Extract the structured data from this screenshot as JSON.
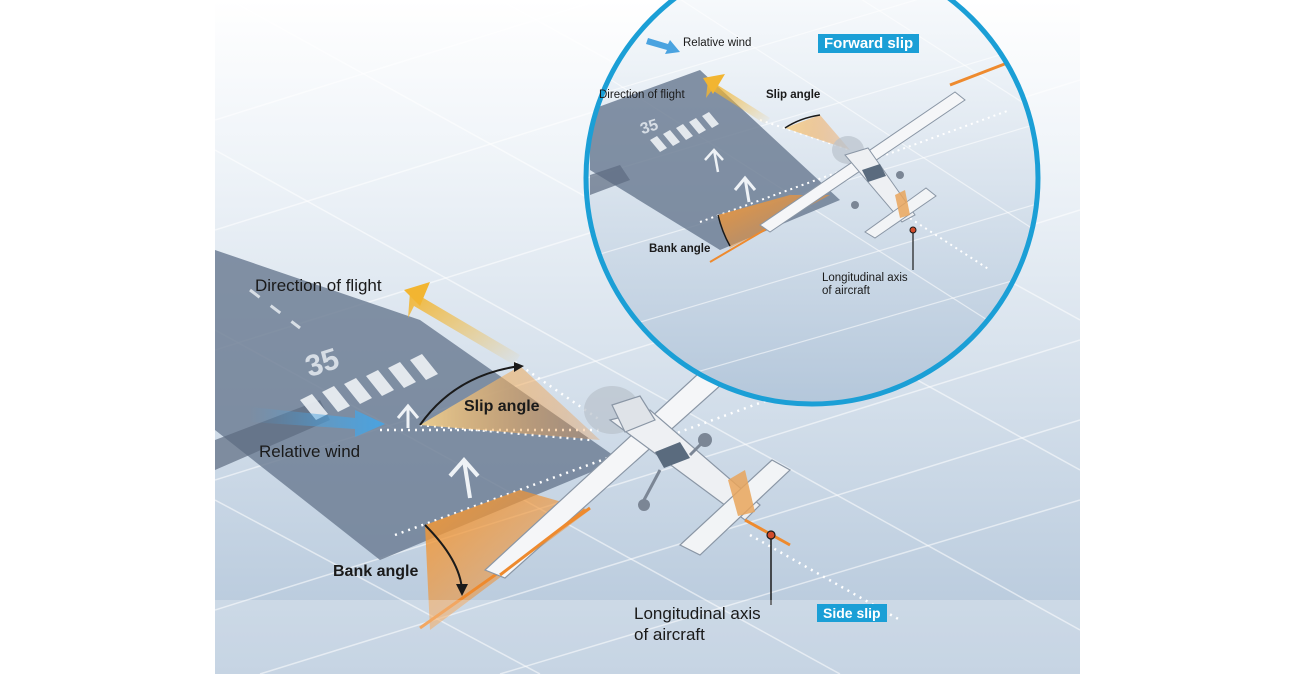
{
  "main": {
    "direction_of_flight": "Direction of flight",
    "relative_wind": "Relative wind",
    "slip_angle": "Slip angle",
    "bank_angle": "Bank angle",
    "longitudinal_axis_line1": "Longitudinal axis",
    "longitudinal_axis_line2": "of aircraft",
    "runway_number": "35",
    "tag": "Side slip"
  },
  "inset": {
    "relative_wind": "Relative wind",
    "direction_of_flight": "Direction of flight",
    "slip_angle": "Slip angle",
    "bank_angle": "Bank angle",
    "longitudinal_axis_line1": "Longitudinal axis",
    "longitudinal_axis_line2": "of aircraft",
    "runway_number": "35",
    "tag": "Forward slip"
  },
  "colors": {
    "sky_top": "#ffffff",
    "sky_bottom": "#b7c9dd",
    "runway": "#6f7f95",
    "wind_arrow": "#4aa3e0",
    "flight_arrow": "#f2b531",
    "angle_fill": "#ee8a2e",
    "inset_border": "#1b9fd6",
    "tag_bg": "#1b9fd6"
  },
  "icons": [
    "airplane-icon",
    "wind-arrow-icon",
    "flight-arrow-icon"
  ]
}
